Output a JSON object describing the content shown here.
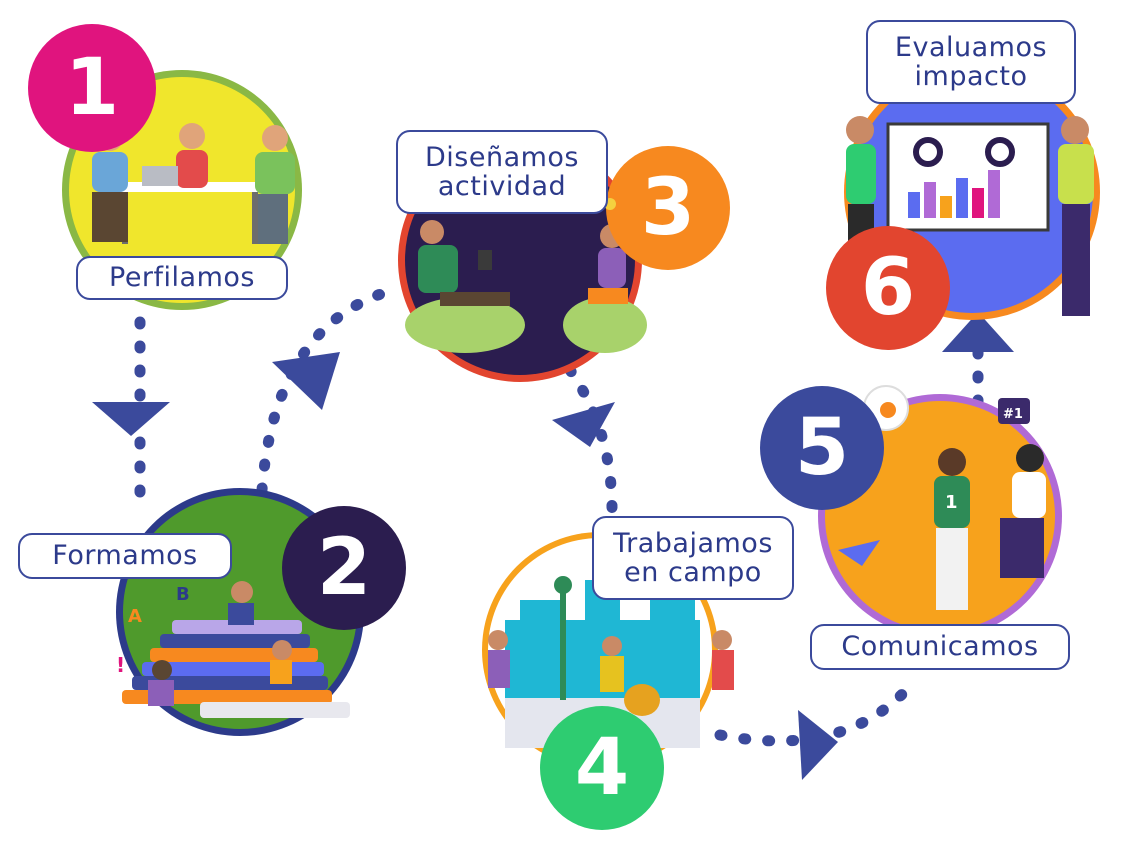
{
  "steps": [
    {
      "number": "1",
      "label": "Perfilamos",
      "color": "#e0147e"
    },
    {
      "number": "2",
      "label": "Formamos",
      "color": "#2b1d4f"
    },
    {
      "number": "3",
      "label_line1": "Diseñamos",
      "label_line2": "actividad",
      "color": "#f7891f"
    },
    {
      "number": "4",
      "label_line1": "Trabajamos",
      "label_line2": "en campo",
      "color": "#2ecc71"
    },
    {
      "number": "5",
      "label": "Comunicamos",
      "color": "#3b4a9c"
    },
    {
      "number": "6",
      "label_line1": "Evaluamos",
      "label_line2": "impacto",
      "color": "#e2452f"
    }
  ],
  "illustration_text": {
    "jersey_number": "1",
    "foam_finger": "#1",
    "letter_a": "A",
    "letter_b": "B",
    "exclamation": "!"
  },
  "colors": {
    "accent": "#3b4a9c",
    "circle_yellow": "#f0e62c",
    "circle_green": "#4f9a2c",
    "circle_purple": "#2b1d4f",
    "circle_orange": "#f7a21c",
    "circle_blue": "#5b6cf0",
    "circle_teal": "#1fb7d4"
  }
}
